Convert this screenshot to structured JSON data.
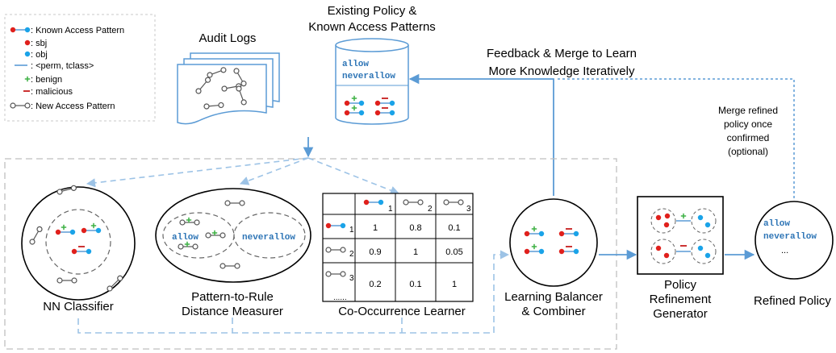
{
  "legend": {
    "known_access_pattern": ": Known Access Pattern",
    "sbj": ": sbj",
    "obj": ": obj",
    "perm_tclass": ": <perm, tclass>",
    "benign": ": benign",
    "malicious": ": malicious",
    "new_access_pattern": ": New Access Pattern"
  },
  "audit_logs": {
    "title": "Audit Logs"
  },
  "policy_db": {
    "title_line1": "Existing Policy &",
    "title_line2": "Known Access Patterns",
    "allow": "allow",
    "neverallow": "neverallow"
  },
  "feedback": {
    "line1": "Feedback & Merge to Learn",
    "line2": "More Knowledge Iteratively"
  },
  "merge_note": {
    "line1": "Merge refined",
    "line2": "policy once",
    "line3": "confirmed",
    "line4": "(optional)"
  },
  "nn_classifier": {
    "label": "NN Classifier"
  },
  "pattern_to_rule": {
    "label_line1": "Pattern-to-Rule",
    "label_line2": "Distance Measurer",
    "allow": "allow",
    "neverallow": "neverallow"
  },
  "co_occurrence": {
    "label": "Co-Occurrence Learner",
    "ellipsis": "......",
    "col_subs": [
      "1",
      "2",
      "3"
    ],
    "row_subs": [
      "1",
      "2",
      "3"
    ],
    "rows": [
      [
        "1",
        "0.8",
        "0.1"
      ],
      [
        "0.9",
        "1",
        "0.05"
      ],
      [
        "0.2",
        "0.1",
        "1"
      ]
    ]
  },
  "learning_balancer": {
    "label_line1": "Learning Balancer",
    "label_line2": "& Combiner"
  },
  "policy_refinement": {
    "label_line1": "Policy",
    "label_line2": "Refinement",
    "label_line3": "Generator"
  },
  "refined_policy": {
    "label": "Refined Policy",
    "allow": "allow",
    "neverallow": "neverallow",
    "ellipsis": "..."
  },
  "colors": {
    "arrow": "#5b9bd5",
    "sbj": "#e0201c",
    "obj": "#1aa3e8",
    "benign": "#3cb043",
    "malicious": "#c00000",
    "code": "#2e75b6"
  }
}
